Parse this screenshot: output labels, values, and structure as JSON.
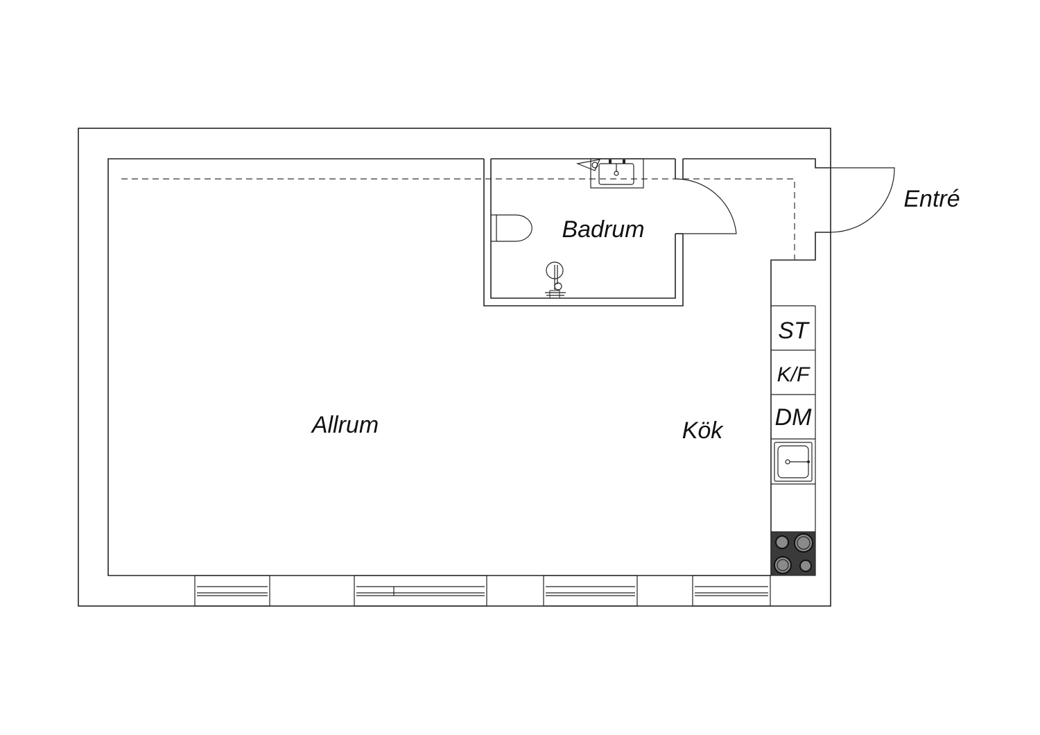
{
  "plan": {
    "rooms": {
      "allrum": "Allrum",
      "kok": "Kök",
      "badrum": "Badrum",
      "entre": "Entré"
    },
    "appliances": {
      "st": "ST",
      "kf": "K/F",
      "dm": "DM"
    }
  }
}
